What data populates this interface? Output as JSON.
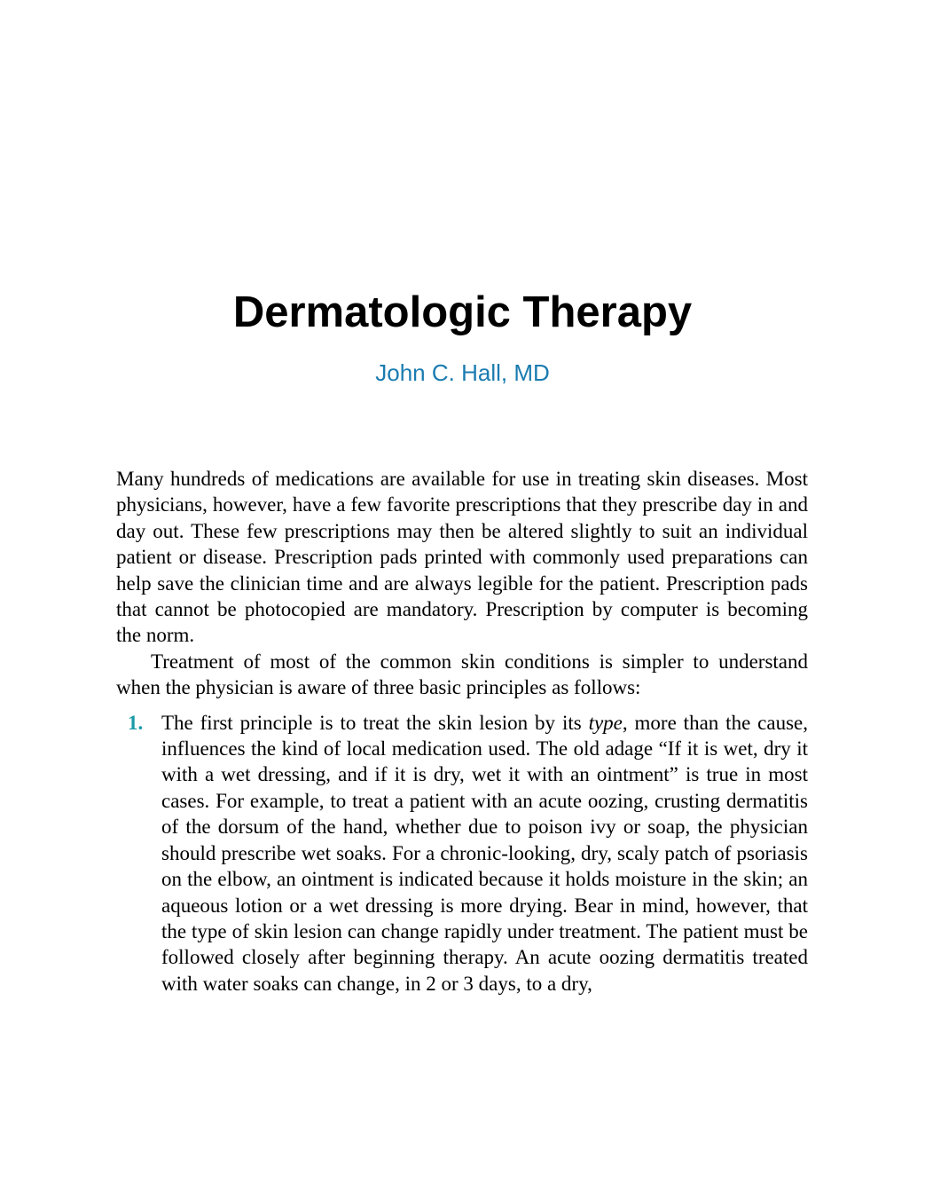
{
  "chapter": {
    "title": "Dermatologic Therapy",
    "author": "John C. Hall, MD"
  },
  "paragraphs": [
    "Many hundreds of medications are available for use in treating skin diseases. Most physicians, however, have a few favorite prescriptions that they prescribe day in and day out. These few prescriptions may then be altered slightly to suit an individual patient or disease. Prescription pads printed with commonly used preparations can help save the clinician time and are always legible for the patient. Prescription pads that cannot be photocopied are mandatory. Prescription by computer is becoming the norm.",
    "Treatment of most of the common skin conditions is simpler to understand when the physician is aware of three basic principles as follows:"
  ],
  "principles": [
    {
      "number": "1.",
      "text_before": "The first principle is to treat the skin lesion by its ",
      "emphasis": "type",
      "text_after": ", more than the cause, influences the kind of local medication used. The old adage “If it is wet, dry it with a wet dressing, and if it is dry, wet it with an ointment” is true in most cases. For example, to treat a patient with an acute oozing, crusting dermatitis of the dorsum of the hand, whether due to poison ivy or soap, the physician should prescribe wet soaks. For a chronic-looking, dry, scaly patch of psoriasis on the elbow, an ointment is indicated because it holds moisture in the skin; an aqueous lotion or a wet dressing is more drying. Bear in mind, however, that the type of skin lesion can change rapidly under treatment. The patient must be followed closely after beginning therapy. An acute oozing dermatitis treated with water soaks can change, in 2 or 3 days, to a dry,"
    }
  ],
  "colors": {
    "author": "#1a7bb0",
    "list_number": "#1a9aa8"
  }
}
